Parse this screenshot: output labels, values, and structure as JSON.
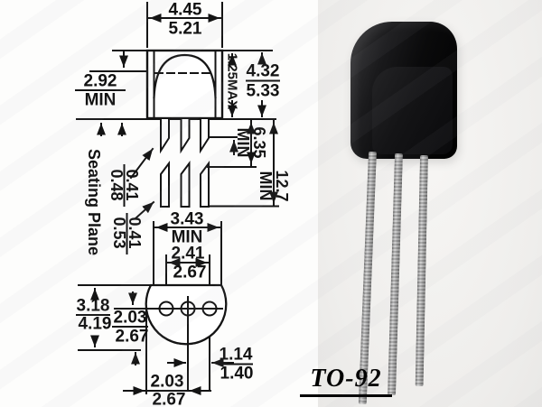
{
  "front_view": {
    "width": {
      "min": "4.45",
      "max": "5.21"
    },
    "crown_to_seating": {
      "value": "2.92",
      "qualifier": "MIN"
    },
    "dome_note": "1.25MAX",
    "body_height": {
      "min": "4.32",
      "max": "5.33"
    },
    "lead_exposed_min": {
      "value": "6.35",
      "qualifier": "MIN"
    },
    "lead_length_min": {
      "value": "12.7",
      "qualifier": "MIN"
    },
    "lead_thickness_upper": {
      "min": "0.41",
      "max": "0.48"
    },
    "lead_thickness_lower": {
      "min": "0.41",
      "max": "0.53"
    },
    "seating_plane_label": "Seating Plane"
  },
  "bottom_view": {
    "flat_width": {
      "value": "3.43",
      "qualifier": "MIN"
    },
    "outer_lead_span": {
      "min": "2.41",
      "max": "2.67"
    },
    "body_depth": {
      "min": "3.18",
      "max": "4.19"
    },
    "lead_row_offset": {
      "min": "2.03",
      "max": "2.67"
    },
    "lead_pitch_bottom": {
      "min": "2.03",
      "max": "2.67"
    },
    "lead_width": {
      "min": "1.14",
      "max": "1.40"
    }
  },
  "photo": {
    "package_name": "TO-92"
  },
  "colors": {
    "line": "#141414",
    "background": "#fdfdfc",
    "photo_background": "#efeeec",
    "body_black": "#0a0a0b",
    "lead_gray": "#a2a2a2"
  }
}
